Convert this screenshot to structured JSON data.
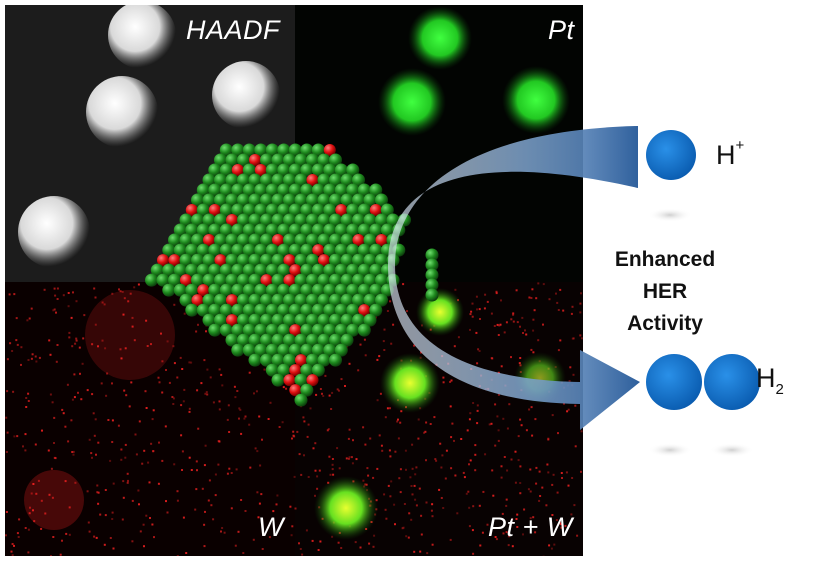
{
  "panels": {
    "haadf_label": "HAADF",
    "pt_label": "Pt",
    "w_label": "W",
    "ptw_label": "Pt + W"
  },
  "her": {
    "line1": "Enhanced",
    "line2": "HER",
    "line3": "Activity"
  },
  "molecules": {
    "proton": {
      "symbol": "H",
      "superscript": "+"
    },
    "hydrogen": {
      "symbol": "H",
      "subscript": "2"
    }
  },
  "colors": {
    "pt_map": "#22dd22",
    "w_map": "#ff2020",
    "haadf_particle": "#e8e8e8",
    "atom_pt": "#1e8a1e",
    "atom_w": "#e01010",
    "molecule": "#0a6ec8",
    "arrow": "#3a6ea8"
  }
}
